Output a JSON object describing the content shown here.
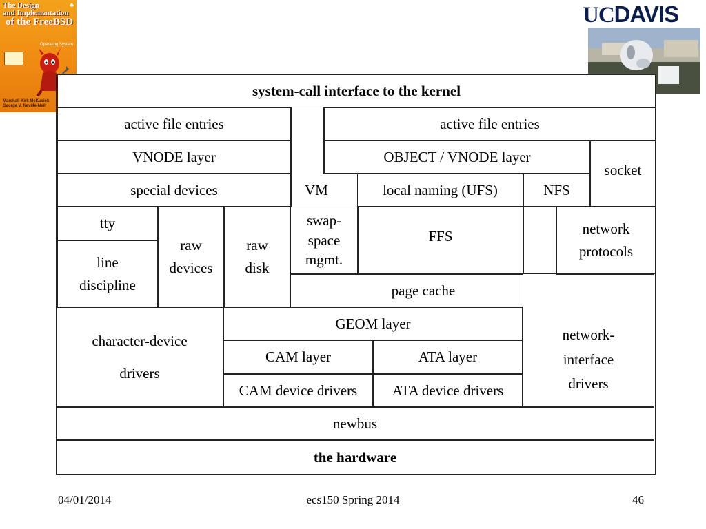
{
  "book": {
    "title_line1": "The Design",
    "title_line2": "and Implementation",
    "title_line3": "of the FreeBSD",
    "subtitle": "Operating System",
    "authors": "Marshall Kirk McKusick\nGeorge V. Neville-Neil"
  },
  "logo": {
    "uc": "UC",
    "davis": "DAVIS"
  },
  "diagram": {
    "syscall": "system-call interface to the kernel",
    "active_left": "active file entries",
    "active_right": "active file entries",
    "vnode": "VNODE layer",
    "object_vnode": "OBJECT / VNODE layer",
    "socket": "socket",
    "special_devices": "special devices",
    "vm": "VM",
    "local_naming": "local naming (UFS)",
    "nfs": "NFS",
    "tty": "tty",
    "line_discipline": "line\ndiscipline",
    "raw_devices": "raw\ndevices",
    "raw_disk": "raw\ndisk",
    "swap": "swap-\nspace\nmgmt.",
    "ffs": "FFS",
    "network_protocols": "network\nprotocols",
    "page_cache": "page cache",
    "chardev_drivers": "character-device\ndrivers",
    "geom": "GEOM layer",
    "cam_layer": "CAM layer",
    "ata_layer": "ATA layer",
    "cam_drivers": "CAM device drivers",
    "ata_drivers": "ATA device drivers",
    "netif_drivers": "network-\ninterface\ndrivers",
    "newbus": "newbus",
    "hardware": "the hardware"
  },
  "footer": {
    "date": "04/01/2014",
    "course": "ecs150 Spring 2014",
    "page": "46"
  }
}
